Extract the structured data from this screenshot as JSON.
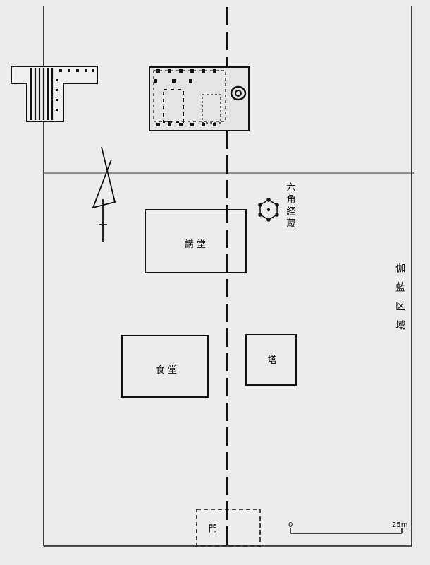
{
  "labels": {
    "lecture_hall": "講 堂",
    "dining_hall": "食 堂",
    "pagoda": "塔",
    "gate": "門",
    "hexagonal_sutra_repository": "六角経蔵",
    "garan_area": "伽藍区域"
  },
  "scale": {
    "start": "0",
    "end": "25m"
  },
  "colors": {
    "ink": "#111111",
    "paper": "#ececec"
  }
}
